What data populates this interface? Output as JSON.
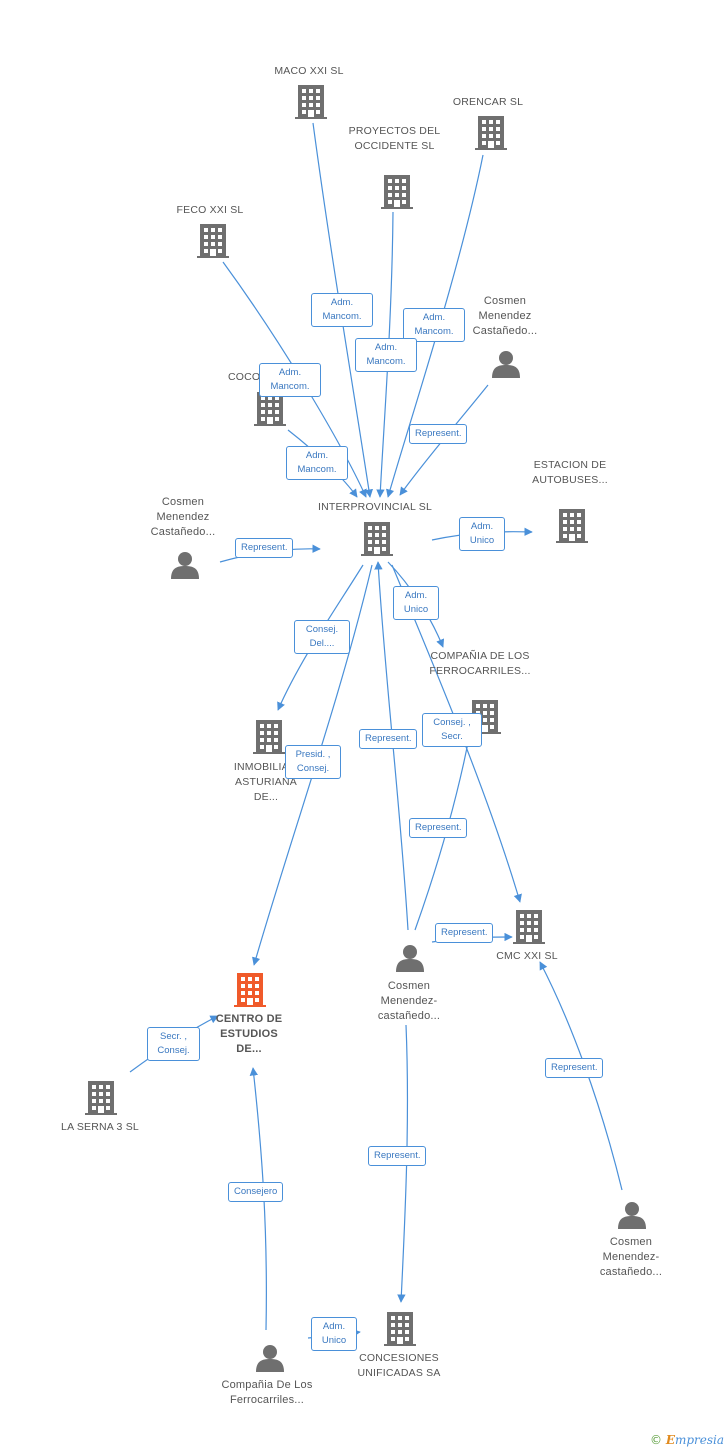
{
  "colors": {
    "edge": "#4a90d9",
    "company": "#6f6f6f",
    "person": "#6f6f6f",
    "focus": "#f05a2a"
  },
  "nodes": [
    {
      "id": "maco",
      "type": "company",
      "label": "MACO XXI SL"
    },
    {
      "id": "orencar",
      "type": "company",
      "label": "ORENCAR SL"
    },
    {
      "id": "proyectos",
      "type": "company",
      "label": "PROYECTOS DEL OCCIDENTE SL"
    },
    {
      "id": "feco",
      "type": "company",
      "label": "FECO XXI SL"
    },
    {
      "id": "cosmen1",
      "type": "person",
      "label": "Cosmen Menendez Castañedo..."
    },
    {
      "id": "coco",
      "type": "company",
      "label": "COCO..."
    },
    {
      "id": "interprovincial",
      "type": "company",
      "label": "INTERPROVINCIAL SL"
    },
    {
      "id": "estacion",
      "type": "company",
      "label": "ESTACION DE AUTOBUSES..."
    },
    {
      "id": "cosmen2",
      "type": "person",
      "label": "Cosmen Menendez Castañedo..."
    },
    {
      "id": "compania_ferro",
      "type": "company",
      "label": "COMPAÑIA DE LOS FERROCARRILES..."
    },
    {
      "id": "inmobiliaria",
      "type": "company",
      "label": "INMOBILIA... ASTURIANA DE..."
    },
    {
      "id": "cmc",
      "type": "company",
      "label": "CMC XXI SL"
    },
    {
      "id": "cosmen3",
      "type": "person",
      "label": "Cosmen Menendez-castañedo..."
    },
    {
      "id": "centro",
      "type": "focus",
      "label": "CENTRO DE ESTUDIOS DE..."
    },
    {
      "id": "laserna",
      "type": "company",
      "label": "LA SERNA 3 SL"
    },
    {
      "id": "cosmen4",
      "type": "person",
      "label": "Cosmen Menendez-castañedo..."
    },
    {
      "id": "concesiones",
      "type": "company",
      "label": "CONCESIONES UNIFICADAS SA"
    },
    {
      "id": "compania_person",
      "type": "person",
      "label": "Compañia De Los Ferrocarriles..."
    }
  ],
  "relations": [
    {
      "id": "r1",
      "label": "Adm. Mancom."
    },
    {
      "id": "r2",
      "label": "Adm. Mancom."
    },
    {
      "id": "r3",
      "label": "Adm. Mancom."
    },
    {
      "id": "r4",
      "label": "Adm. Mancom."
    },
    {
      "id": "r5",
      "label": "Adm. Mancom."
    },
    {
      "id": "r6",
      "label": "Represent."
    },
    {
      "id": "r7",
      "label": "Represent."
    },
    {
      "id": "r8",
      "label": "Adm. Unico"
    },
    {
      "id": "r9",
      "label": "Adm. Unico"
    },
    {
      "id": "r10",
      "label": "Consej. Del...."
    },
    {
      "id": "r11",
      "label": "Presid. , Consej."
    },
    {
      "id": "r12",
      "label": "Represent."
    },
    {
      "id": "r13",
      "label": "Consej. , Secr."
    },
    {
      "id": "r14",
      "label": "Represent."
    },
    {
      "id": "r15",
      "label": "Represent."
    },
    {
      "id": "r16",
      "label": "Secr. , Consej."
    },
    {
      "id": "r17",
      "label": "Represent."
    },
    {
      "id": "r18",
      "label": "Represent."
    },
    {
      "id": "r19",
      "label": "Consejero"
    },
    {
      "id": "r20",
      "label": "Adm. Unico"
    }
  ],
  "footer": {
    "copyright": "©",
    "brand_e": "E",
    "brand_rest": "mpresia"
  }
}
